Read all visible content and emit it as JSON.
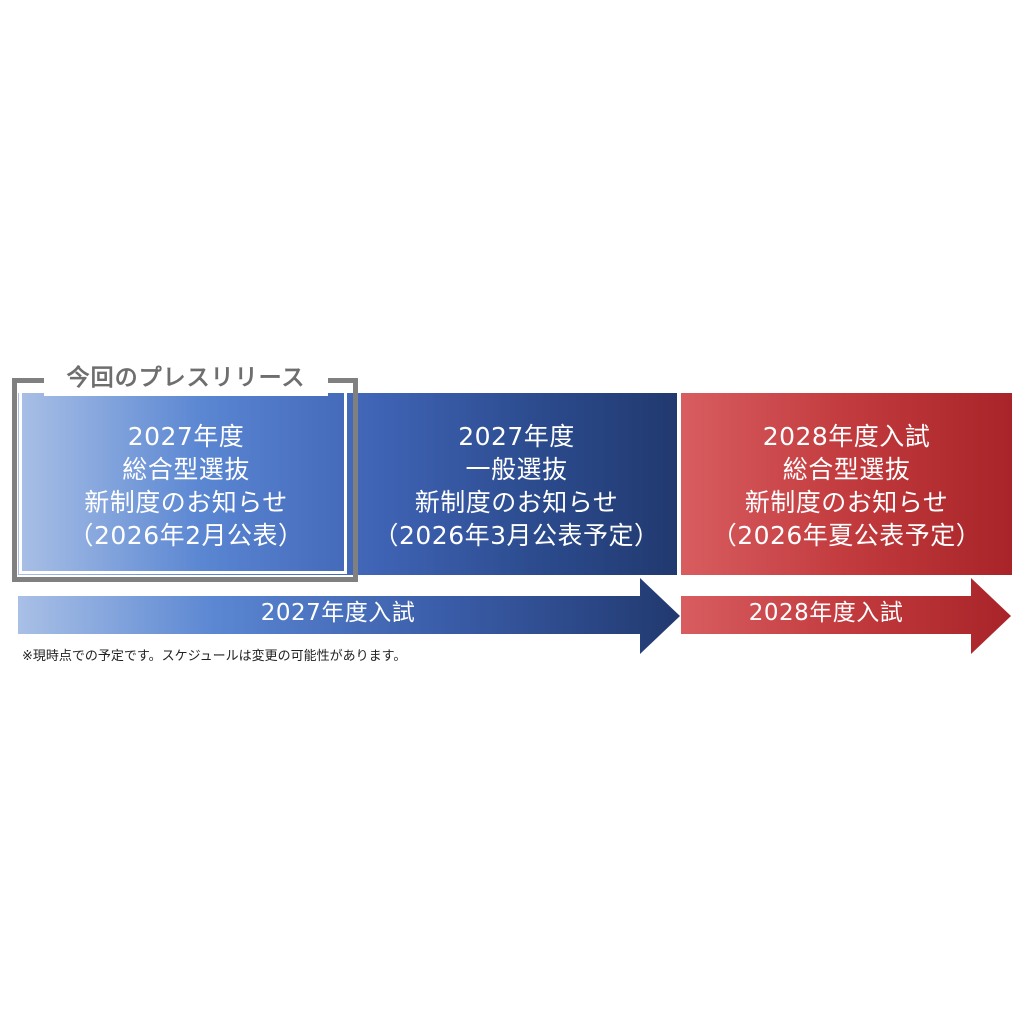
{
  "highlight_label": "今回のプレスリリース",
  "boxes": [
    {
      "lines": [
        "2027年度",
        "総合型選抜",
        "新制度のお知らせ",
        "（2026年2月公表）"
      ]
    },
    {
      "lines": [
        "2027年度",
        "一般選抜",
        "新制度のお知らせ",
        "（2026年3月公表予定）"
      ]
    },
    {
      "lines": [
        "2028年度入試",
        "総合型選抜",
        "新制度のお知らせ",
        "（2026年夏公表予定）"
      ]
    }
  ],
  "arrows": [
    {
      "label": "2027年度入試",
      "color": "#2b4a8c"
    },
    {
      "label": "2028年度入試",
      "color": "#c23b3e"
    }
  ],
  "note": "※現時点での予定です。スケジュールは変更の可能性があります。",
  "colors": {
    "blue_light": "#a9c0e6",
    "blue_dark": "#21396f",
    "red_light": "#d85d60",
    "red_dark": "#a82428",
    "bracket": "#808080"
  }
}
